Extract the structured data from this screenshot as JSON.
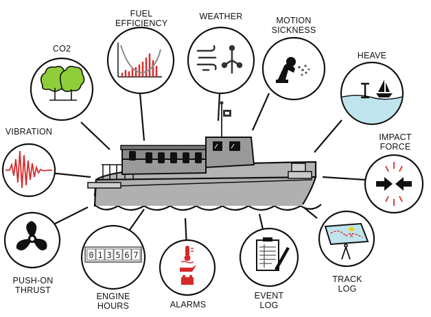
{
  "labels": {
    "fuel": "FUEL\nEFFICIENCY",
    "weather": "WEATHER",
    "motion": "MOTION\nSICKNESS",
    "co2": "CO2",
    "heave": "HEAVE",
    "vibration": "VIBRATION",
    "impact": "IMPACT\nFORCE",
    "push": "PUSH-ON\nTHRUST",
    "engine": "ENGINE\nHOURS",
    "alarms": "ALARMS",
    "event": "EVENT\nLOG",
    "track": "TRACK\nLOG"
  },
  "engine_counter": [
    "0",
    "1",
    "3",
    "5",
    "6",
    "7"
  ],
  "colors": {
    "red": "#d62a2a",
    "tree_green": "#8fce3a",
    "water": "#bfe4ee",
    "hull_grey": "#b4b4b4",
    "cabin_grey": "#8a8a8a"
  },
  "icons": {
    "fuel": "fuel-efficiency-chart-icon",
    "weather": "wind-icon",
    "motion": "seasick-person-icon",
    "co2": "trees-icon",
    "heave": "heave-sailboat-icon",
    "vibration": "vibration-waveform-icon",
    "impact": "impact-arrows-icon",
    "push": "propeller-icon",
    "engine": "hour-counter-icon",
    "alarms": "alarm-icons",
    "event": "clipboard-pen-icon",
    "track": "map-compass-icon"
  }
}
